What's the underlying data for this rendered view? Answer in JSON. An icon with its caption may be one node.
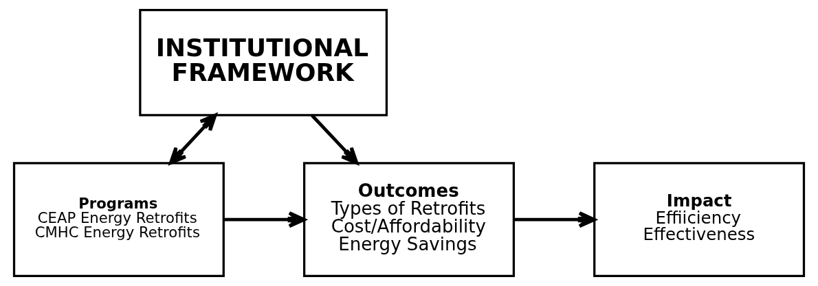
{
  "diagram": {
    "nodes": [
      {
        "text": [
          "INSTITUTIONAL FRAMEWORK"
        ]
      },
      {
        "text": [
          "Programs",
          "CEAP Energy Retrofits",
          "CMHC Energy Retrofits"
        ]
      },
      {
        "text": [
          "Outcomes",
          "Types of Retrofits",
          "Cost/Affordability",
          "Energy Savings"
        ]
      },
      {
        "text": [
          "Impact",
          "Effiiciency",
          "Effectiveness"
        ]
      }
    ],
    "edges": [
      {
        "from": 0,
        "to": 1,
        "arrow": "both"
      },
      {
        "from": 0,
        "to": 2,
        "arrow": "to"
      },
      {
        "from": 1,
        "to": 2,
        "arrow": "to"
      },
      {
        "from": 2,
        "to": 3,
        "arrow": "to"
      }
    ]
  }
}
